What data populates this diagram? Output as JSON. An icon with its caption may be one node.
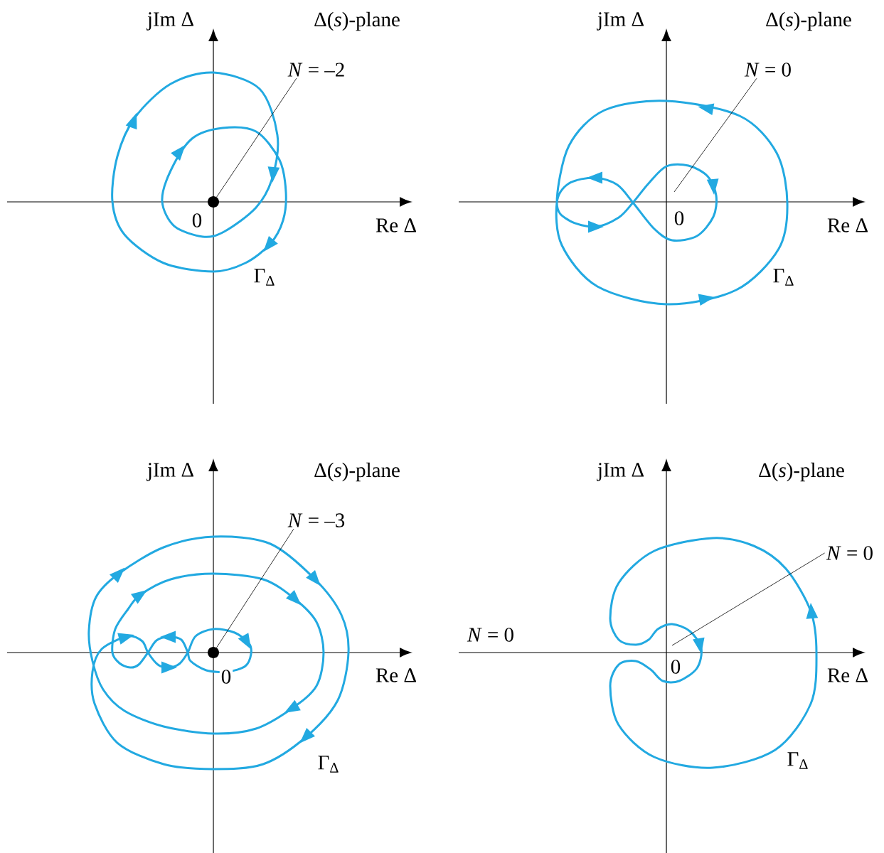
{
  "diagram": {
    "nodes": [
      {
        "text": [
          "*N* = –2"
        ]
      },
      {
        "text": [],
        "shape": "circle"
      },
      {
        "text": [
          "*N* = 0"
        ]
      },
      {
        "text": [
          "*N* = –3"
        ]
      },
      {
        "text": [],
        "shape": "circle"
      },
      {
        "text": [
          "*N* = 0"
        ]
      }
    ],
    "edges": [
      {
        "from": 0,
        "to": 1,
        "arrow": "none"
      },
      {
        "from": 2,
        "to": null,
        "arrow": "none"
      },
      {
        "from": 3,
        "to": 4,
        "arrow": "none"
      },
      {
        "from": 5,
        "to": null,
        "arrow": "none"
      }
    ],
    "labels": [
      "jIm Δ",
      "Δ(*s*)-plane",
      "0",
      "Re Δ",
      "Γ$_{Δ}$",
      "jIm Δ",
      "Δ(*s*)-plane",
      "0",
      "Re Δ",
      "Γ$_{Δ}$",
      "jIm Δ",
      "Δ(*s*)-plane",
      "0",
      "Re Δ",
      "Γ$_{Δ}$",
      "jIm Δ",
      "Δ(*s*)-plane",
      "*N* = 0",
      "0",
      "Re Δ",
      "Γ$_{Δ}$"
    ]
  }
}
